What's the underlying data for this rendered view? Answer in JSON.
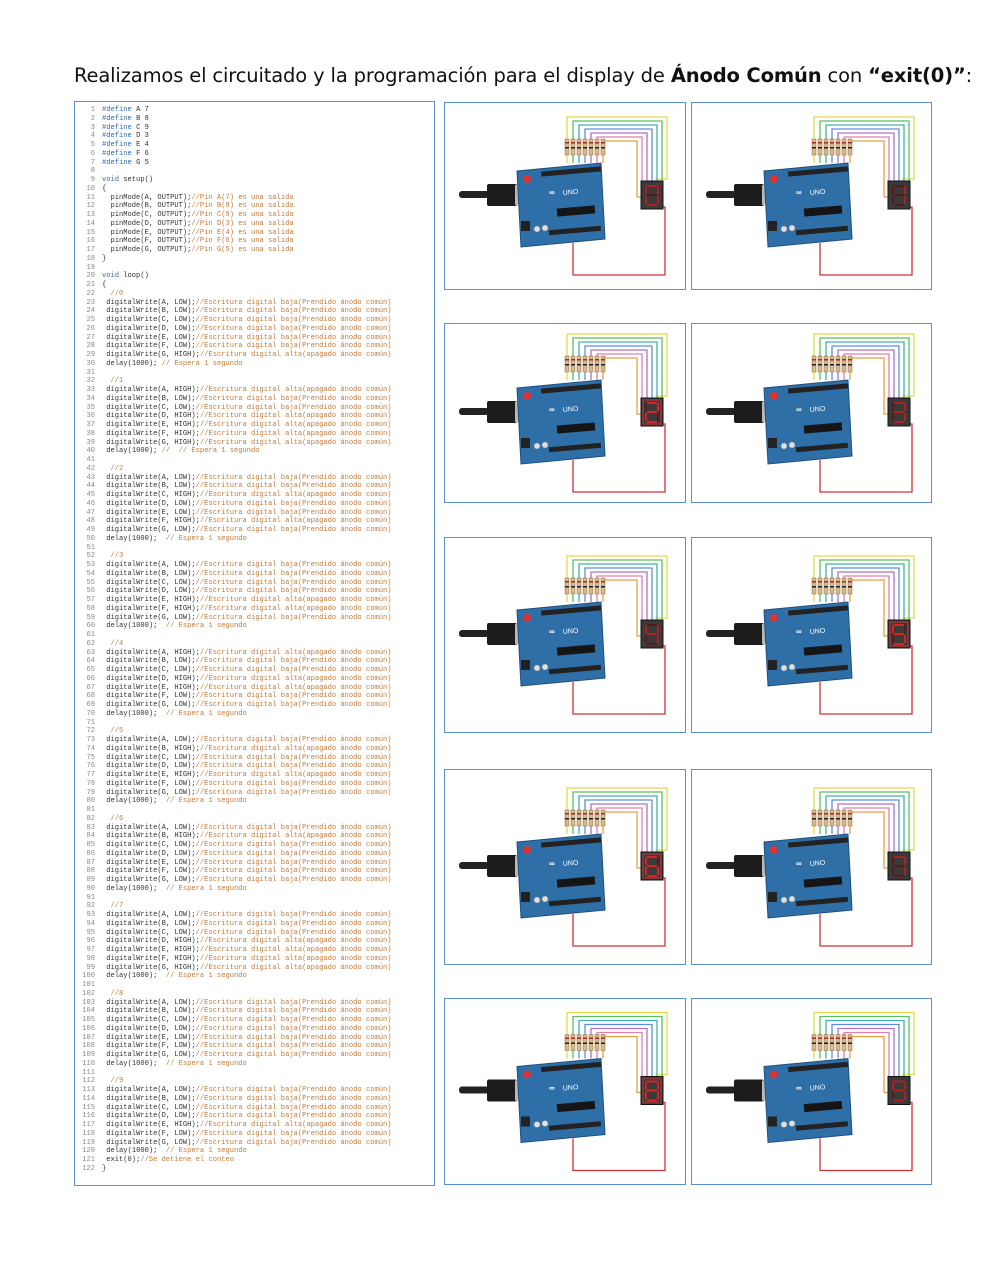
{
  "heading": {
    "prefix": "Realizamos el circuitado y la programación para el display de ",
    "bold1": "Ánodo Común",
    "mid": " con ",
    "bold2": "“exit(0)”",
    "suffix": ":"
  },
  "code_lines": [
    "#define A 7",
    "#define B 8",
    "#define C 9",
    "#define D 3",
    "#define E 4",
    "#define F 6",
    "#define G 5",
    "",
    "void setup()",
    "{",
    "  pinMode(A, OUTPUT);//Pin A(7) es una salida",
    "  pinMode(B, OUTPUT);//Pin B(8) es una salida",
    "  pinMode(C, OUTPUT);//Pin C(9) es una salida",
    "  pinMode(D, OUTPUT);//Pin D(3) es una salida",
    "  pinMode(E, OUTPUT);//Pin E(4) es una salida",
    "  pinMode(F, OUTPUT);//Pin F(6) es una salida",
    "  pinMode(G, OUTPUT);//Pin G(5) es una salida",
    "}",
    "",
    "void loop()",
    "{",
    "  //0",
    " digitalWrite(A, LOW);//Escritura digital baja(Prendido ánodo común)",
    " digitalWrite(B, LOW);//Escritura digital baja(Prendido ánodo común)",
    " digitalWrite(C, LOW);//Escritura digital baja(Prendido ánodo común)",
    " digitalWrite(D, LOW);//Escritura digital baja(Prendido ánodo común)",
    " digitalWrite(E, LOW);//Escritura digital baja(Prendido ánodo común)",
    " digitalWrite(F, LOW);//Escritura digital baja(Prendido ánodo común)",
    " digitalWrite(G, HIGH);//Escritura digital alta(apagado ánodo común)",
    " delay(1000); // Espera 1 segundo",
    "",
    "  //1",
    " digitalWrite(A, HIGH);//Escritura digital alta(apagado ánodo común)",
    " digitalWrite(B, LOW);//Escritura digital baja(Prendido ánodo común)",
    " digitalWrite(C, LOW);//Escritura digital baja(Prendido ánodo común)",
    " digitalWrite(D, HIGH);//Escritura digital alta(apagado ánodo común)",
    " digitalWrite(E, HIGH);//Escritura digital alta(apagado ánodo común)",
    " digitalWrite(F, HIGH);//Escritura digital alta(apagado ánodo común)",
    " digitalWrite(G, HIGH);//Escritura digital alta(apagado ánodo común)",
    " delay(1000); //  // Espera 1 segundo",
    "",
    "  //2",
    " digitalWrite(A, LOW);//Escritura digital baja(Prendido ánodo común)",
    " digitalWrite(B, LOW);//Escritura digital baja(Prendido ánodo común)",
    " digitalWrite(C, HIGH);//Escritura digital alta(apagado ánodo común)",
    " digitalWrite(D, LOW);//Escritura digital baja(Prendido ánodo común)",
    " digitalWrite(E, LOW);//Escritura digital baja(Prendido ánodo común)",
    " digitalWrite(F, HIGH);//Escritura digital alta(apagado ánodo común)",
    " digitalWrite(G, LOW);//Escritura digital baja(Prendido ánodo común)",
    " delay(1000);  // Espera 1 segundo",
    "",
    "  //3",
    " digitalWrite(A, LOW);//Escritura digital baja(Prendido ánodo común)",
    " digitalWrite(B, LOW);//Escritura digital baja(Prendido ánodo común)",
    " digitalWrite(C, LOW);//Escritura digital baja(Prendido ánodo común)",
    " digitalWrite(D, LOW);//Escritura digital baja(Prendido ánodo común)",
    " digitalWrite(E, HIGH);//Escritura digital alta(apagado ánodo común)",
    " digitalWrite(F, HIGH);//Escritura digital alta(apagado ánodo común)",
    " digitalWrite(G, LOW);//Escritura digital baja(Prendido ánodo común)",
    " delay(1000);  // Espera 1 segundo",
    "",
    "  //4",
    " digitalWrite(A, HIGH);//Escritura digital alta(apagado ánodo común)",
    " digitalWrite(B, LOW);//Escritura digital baja(Prendido ánodo común)",
    " digitalWrite(C, LOW);//Escritura digital baja(Prendido ánodo común)",
    " digitalWrite(D, HIGH);//Escritura digital alta(apagado ánodo común)",
    " digitalWrite(E, HIGH);//Escritura digital alta(apagado ánodo común)",
    " digitalWrite(F, LOW);//Escritura digital baja(Prendido ánodo común)",
    " digitalWrite(G, LOW);//Escritura digital baja(Prendido ánodo común)",
    " delay(1000);  // Espera 1 segundo",
    "",
    "  //5",
    " digitalWrite(A, LOW);//Escritura digital baja(Prendido ánodo común)",
    " digitalWrite(B, HIGH);//Escritura digital alta(apagado ánodo común)",
    " digitalWrite(C, LOW);//Escritura digital baja(Prendido ánodo común)",
    " digitalWrite(D, LOW);//Escritura digital baja(Prendido ánodo común)",
    " digitalWrite(E, HIGH);//Escritura digital alta(apagado ánodo común)",
    " digitalWrite(F, LOW);//Escritura digital baja(Prendido ánodo común)",
    " digitalWrite(G, LOW);//Escritura digital baja(Prendido ánodo común)",
    " delay(1000);  // Espera 1 segundo",
    "",
    "  //6",
    " digitalWrite(A, LOW);//Escritura digital baja(Prendido ánodo común)",
    " digitalWrite(B, HIGH);//Escritura digital alta(apagado ánodo común)",
    " digitalWrite(C, LOW);//Escritura digital baja(Prendido ánodo común)",
    " digitalWrite(D, LOW);//Escritura digital baja(Prendido ánodo común)",
    " digitalWrite(E, LOW);//Escritura digital baja(Prendido ánodo común)",
    " digitalWrite(F, LOW);//Escritura digital baja(Prendido ánodo común)",
    " digitalWrite(G, LOW);//Escritura digital baja(Prendido ánodo común)",
    " delay(1000);  // Espera 1 segundo",
    "",
    "  //7",
    " digitalWrite(A, LOW);//Escritura digital baja(Prendido ánodo común)",
    " digitalWrite(B, LOW);//Escritura digital baja(Prendido ánodo común)",
    " digitalWrite(C, LOW);//Escritura digital baja(Prendido ánodo común)",
    " digitalWrite(D, HIGH);//Escritura digital alta(apagado ánodo común)",
    " digitalWrite(E, HIGH);//Escritura digital alta(apagado ánodo común)",
    " digitalWrite(F, HIGH);//Escritura digital alta(apagado ánodo común)",
    " digitalWrite(G, HIGH);//Escritura digital alta(apagado ánodo común)",
    " delay(1000);  // Espera 1 segundo",
    "",
    "  //8",
    " digitalWrite(A, LOW);//Escritura digital baja(Prendido ánodo común)",
    " digitalWrite(B, LOW);//Escritura digital baja(Prendido ánodo común)",
    " digitalWrite(C, LOW);//Escritura digital baja(Prendido ánodo común)",
    " digitalWrite(D, LOW);//Escritura digital baja(Prendido ánodo común)",
    " digitalWrite(E, LOW);//Escritura digital baja(Prendido ánodo común)",
    " digitalWrite(F, LOW);//Escritura digital baja(Prendido ánodo común)",
    " digitalWrite(G, LOW);//Escritura digital baja(Prendido ánodo común)",
    " delay(1000);  // Espera 1 segundo",
    "",
    "  //9",
    " digitalWrite(A, LOW);//Escritura digital baja(Prendido ánodo común)",
    " digitalWrite(B, LOW);//Escritura digital baja(Prendido ánodo común)",
    " digitalWrite(C, LOW);//Escritura digital baja(Prendido ánodo común)",
    " digitalWrite(D, LOW);//Escritura digital baja(Prendido ánodo común)",
    " digitalWrite(E, HIGH);//Escritura digital alta(apagado ánodo común)",
    " digitalWrite(F, LOW);//Escritura digital baja(Prendido ánodo común)",
    " digitalWrite(G, LOW);//Escritura digital baja(Prendido ánodo común)",
    " delay(1000);  // Espera 1 segundo",
    " exit(0);//Se detiene el conteo",
    "}"
  ],
  "circuits": [
    {
      "digit": 0,
      "lit": false
    },
    {
      "digit": 1,
      "lit": false
    },
    {
      "digit": 2,
      "lit": true
    },
    {
      "digit": 3,
      "lit": false
    },
    {
      "digit": 4,
      "lit": false
    },
    {
      "digit": 5,
      "lit": true
    },
    {
      "digit": 6,
      "lit": true
    },
    {
      "digit": 7,
      "lit": false
    },
    {
      "digit": 8,
      "lit": true
    },
    {
      "digit": 9,
      "lit": false
    }
  ],
  "board_label": "UNO",
  "colors": {
    "panel_border": "#5b8fd4",
    "board": "#2f6fa8",
    "board_dark": "#1f4f80",
    "segment_on": "#e02020",
    "segment_off": "#5a1a1a",
    "display_body": "#3a3a3a",
    "wire_red": "#cc3333",
    "wire_yellow": "#e8d84a",
    "wire_green": "#5cbf5c",
    "wire_blue": "#5a8fe0",
    "wire_purple": "#b070c8",
    "wire_pink": "#e080b0",
    "wire_orange": "#e8a040",
    "wire_teal": "#40b0b0"
  }
}
